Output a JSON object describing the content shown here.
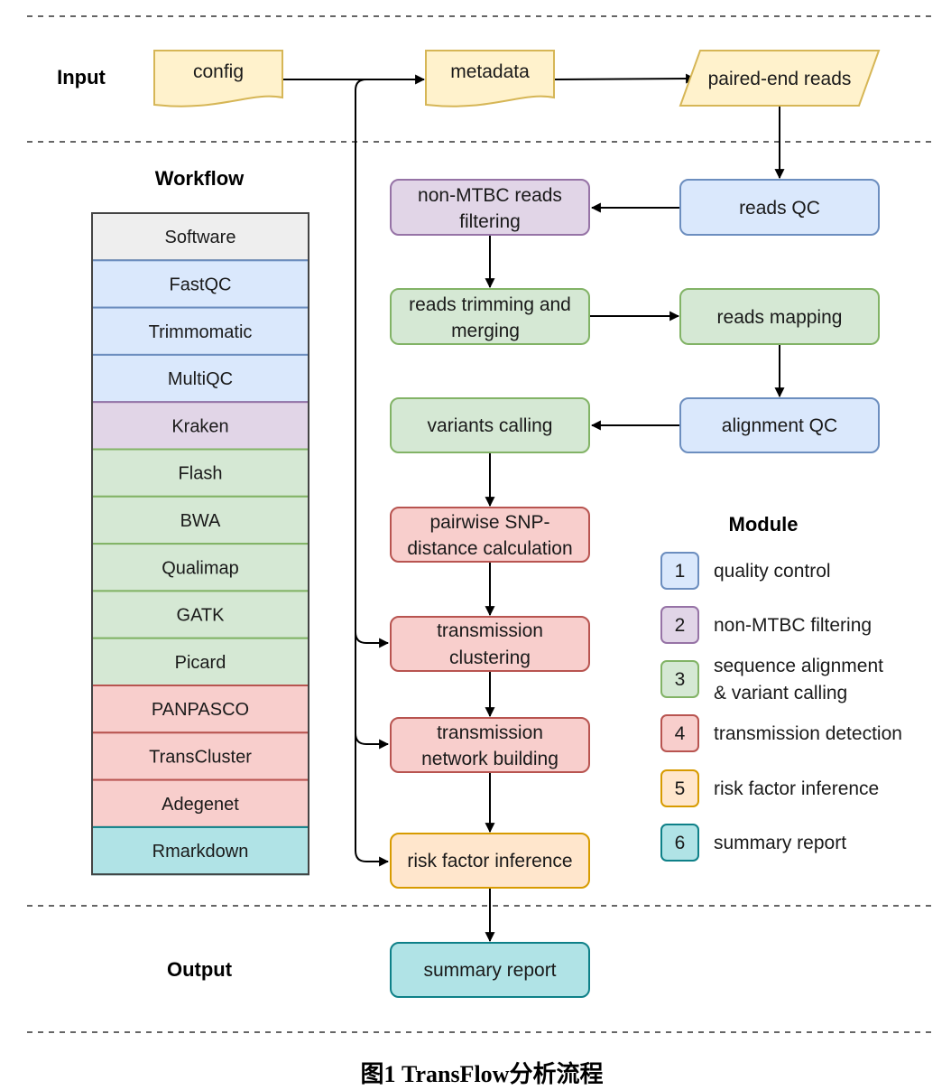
{
  "sections": {
    "input": "Input",
    "workflow": "Workflow",
    "output": "Output",
    "module": "Module"
  },
  "colors": {
    "gray": {
      "fill": "#eeeeee",
      "stroke": "#3a3a3a"
    },
    "blue": {
      "fill": "#dae8fc",
      "stroke": "#6c8ebf"
    },
    "purple": {
      "fill": "#e1d5e7",
      "stroke": "#9673a6"
    },
    "green": {
      "fill": "#d5e8d4",
      "stroke": "#82b366"
    },
    "red": {
      "fill": "#f8cecc",
      "stroke": "#b85450"
    },
    "yellow": {
      "fill": "#fff2cc",
      "stroke": "#d6b656"
    },
    "orange": {
      "fill": "#ffe6cc",
      "stroke": "#d79b00"
    },
    "teal": {
      "fill": "#b0e3e6",
      "stroke": "#0e8088"
    }
  },
  "inputs": {
    "config": "config",
    "metadata": "metadata",
    "paired_end_reads": "paired-end reads"
  },
  "steps": {
    "reads_qc": "reads QC",
    "non_mtbc_filtering": [
      "non-MTBC reads",
      "filtering"
    ],
    "trimming_merging": [
      "reads trimming and",
      "merging"
    ],
    "reads_mapping": "reads mapping",
    "alignment_qc": "alignment QC",
    "variants_calling": "variants calling",
    "snp_distance": [
      "pairwise SNP-",
      "distance calculation"
    ],
    "transmission_clustering": [
      "transmission",
      "clustering"
    ],
    "network_building": [
      "transmission",
      "network building"
    ],
    "risk_factor": "risk factor inference",
    "summary_report": "summary report"
  },
  "software": [
    {
      "name": "Software",
      "color": "gray"
    },
    {
      "name": "FastQC",
      "color": "blue"
    },
    {
      "name": "Trimmomatic",
      "color": "blue"
    },
    {
      "name": "MultiQC",
      "color": "blue"
    },
    {
      "name": "Kraken",
      "color": "purple"
    },
    {
      "name": "Flash",
      "color": "green"
    },
    {
      "name": "BWA",
      "color": "green"
    },
    {
      "name": "Qualimap",
      "color": "green"
    },
    {
      "name": "GATK",
      "color": "green"
    },
    {
      "name": "Picard",
      "color": "green"
    },
    {
      "name": "PANPASCO",
      "color": "red"
    },
    {
      "name": "TransCluster",
      "color": "red"
    },
    {
      "name": "Adegenet",
      "color": "red"
    },
    {
      "name": "Rmarkdown",
      "color": "teal"
    }
  ],
  "modules": [
    {
      "number": "1",
      "label": [
        "quality control"
      ],
      "color": "blue"
    },
    {
      "number": "2",
      "label": [
        "non-MTBC filtering"
      ],
      "color": "purple"
    },
    {
      "number": "3",
      "label": [
        "sequence alignment",
        "& variant calling"
      ],
      "color": "green"
    },
    {
      "number": "4",
      "label": [
        "transmission detection"
      ],
      "color": "red"
    },
    {
      "number": "5",
      "label": [
        "risk factor inference"
      ],
      "color": "orange"
    },
    {
      "number": "6",
      "label": [
        "summary report"
      ],
      "color": "teal"
    }
  ],
  "caption": "图1 TransFlow分析流程"
}
